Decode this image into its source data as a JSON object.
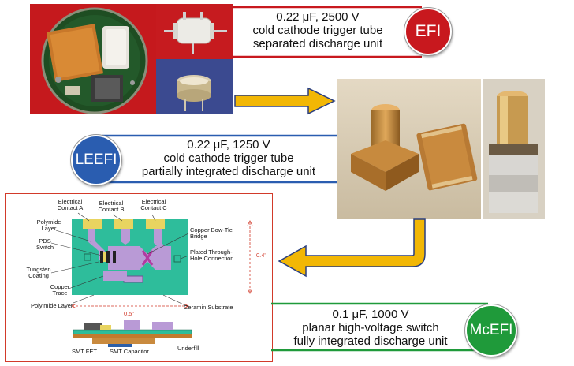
{
  "efi": {
    "badge": "EFI",
    "line1": "0.22 μF, 2500 V",
    "line2": "cold cathode trigger tube",
    "line3": "separated discharge unit",
    "color": "#c8181e"
  },
  "leefi": {
    "badge": "LEEFI",
    "line1": "0.22 μF, 1250 V",
    "line2": "cold cathode trigger tube",
    "line3": "partially integrated discharge unit",
    "color": "#2a5db0"
  },
  "mcefi": {
    "badge": "McEFI",
    "line1": "0.1 μF, 1000 V",
    "line2": "planar high-voltage switch",
    "line3": "fully integrated discharge unit",
    "color": "#1f9a3a"
  },
  "arrow_color": "#f2b705",
  "diagram": {
    "contact_a": "Electrical Contact A",
    "contact_b": "Electrical Contact B",
    "contact_c": "Electrical Contact C",
    "polymide_layer": "Polymide Layer",
    "pds_switch": "PDS Switch",
    "tungsten_coating": "Tungsten Coating",
    "copper_trace": "Copper Trace",
    "polyimide_layer": "Polyimide Layer",
    "bow_tie": "Copper Bow-Tie Bridge",
    "plated_hole": "Plated Through-Hole Connection",
    "ceramin_substrate": "Ceramin Substrate",
    "dim_height": "0.4\"",
    "dim_width": "0.5\"",
    "smt_fet": "SMT FET",
    "smt_capacitor": "SMT Capacitor",
    "underfill": "Underfill"
  }
}
